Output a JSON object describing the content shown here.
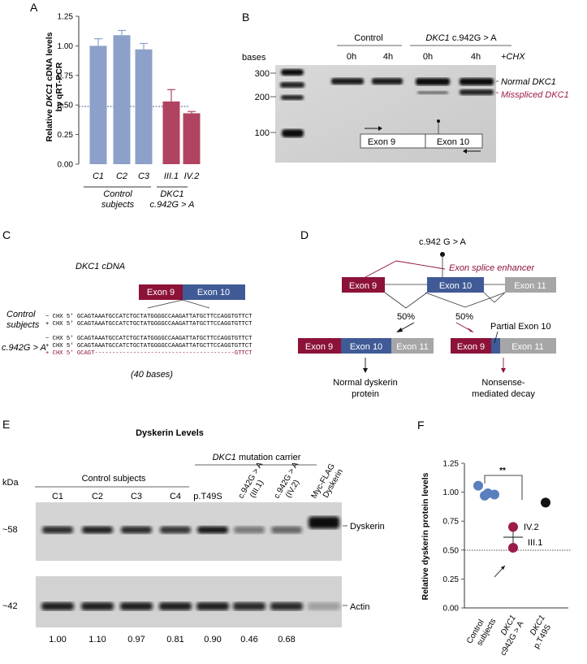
{
  "panels": {
    "A": {
      "letter": "A",
      "ylabel_pre": "Relative ",
      "ylabel_gene": "DKC1",
      "ylabel_post": " cDNA levels",
      "ylabel_line2": "by qRT-PCR",
      "yticks": [
        "0.00",
        "0.25",
        "0.50",
        "0.75",
        "1.00",
        "1.25"
      ],
      "categories": [
        "C1",
        "C2",
        "C3",
        "III.1",
        "IV.2"
      ],
      "group_control": [
        "Control",
        "subjects"
      ],
      "group_mut": [
        "DKC1",
        "c.942G > A"
      ]
    },
    "B": {
      "letter": "B",
      "control": "Control",
      "mut_gene": "DKC1",
      "mut_rest": " c.942G > A",
      "bases": "bases",
      "times": [
        "0h",
        "4h",
        "0h",
        "4h"
      ],
      "chx": "+CHX",
      "markers": [
        "300",
        "200",
        "100"
      ],
      "normal": "Normal DKC1",
      "misspliced": "Misspliced DKC1",
      "exon9": "Exon 9",
      "exon10": "Exon 10"
    },
    "C": {
      "letter": "C",
      "title": "DKC1 cDNA",
      "exon9": "Exon 9",
      "exon10": "Exon 10",
      "control_label": [
        "Control",
        "subjects"
      ],
      "mut_label": "c.942G > A",
      "seq_rows": [
        {
          "prefix": "− CHX 5′ ",
          "seq": "GCAGTAAATGCCATCTGCTATGGGGCCAAGATTATGCTTCCAGGTGTTCT"
        },
        {
          "prefix": "+ CHX 5′ ",
          "seq": "GCAGTAAATGCCATCTGCTATGGGGCCAAGATTATGCTTCCAGGTGTTCT"
        },
        {
          "prefix": "− CHX 5′ ",
          "seq": "GCAGTAAATGCCATCTGCTATGGGGCCAAGATTATGCTTCCAGGTGTTCT"
        },
        {
          "prefix": "+ CHX 5′ ",
          "seq": "GCAGTAAATGCCATCTGCTATGGGGCCAAGATTATGCTTCCAGGTGTTCT"
        },
        {
          "prefix": "+ CHX 5′ ",
          "seq": "GCAGT----------------------------------------GTTCT"
        }
      ],
      "forty": "(40 bases)"
    },
    "D": {
      "letter": "D",
      "mutation": "c.942 G > A",
      "enhancer": "Exon splice enhancer",
      "exon9": "Exon 9",
      "exon10": "Exon 10",
      "exon11": "Exon 11",
      "pct_left": "50%",
      "pct_right": "50%",
      "partial": "Partial Exon 10",
      "normal_protein": [
        "Normal dyskerin",
        "protein"
      ],
      "nmd": [
        "Nonsense-",
        "mediated decay"
      ]
    },
    "E": {
      "letter": "E",
      "title": "Dyskerin Levels",
      "mutation_carrier_gene": "DKC1",
      "mutation_carrier_rest": " mutation carrier",
      "control_subjects": "Control subjects",
      "lanes": [
        "C1",
        "C2",
        "C3",
        "C4",
        "p.T49S"
      ],
      "rot_lanes": [
        [
          "c.942G > A",
          "(III.1)"
        ],
        [
          "c.942G > A",
          "(IV.2)"
        ],
        [
          "Myc-FLAG",
          "Dyskerin"
        ]
      ],
      "kda": "kDa",
      "mw58": "~58",
      "mw42": "~42",
      "band1": "Dyskerin",
      "band2": "Actin",
      "quant": [
        "1.00",
        "1.10",
        "0.97",
        "0.81",
        "0.90",
        "0.46",
        "0.68"
      ]
    },
    "F": {
      "letter": "F",
      "ylabel": "Relative dyskerin protein levels",
      "yticks": [
        "0.00",
        "0.25",
        "0.50",
        "0.75",
        "1.00",
        "1.25"
      ],
      "sig": "**",
      "iv2": "IV.2",
      "iii1": "III.1",
      "xcats": [
        [
          "Control",
          "subjects"
        ],
        [
          "DKC1",
          "c942G > A"
        ],
        [
          "DKC1",
          "p.T49S"
        ]
      ]
    }
  },
  "chart_data": [
    {
      "type": "bar",
      "panel": "A",
      "categories": [
        "C1",
        "C2",
        "C3",
        "III.1",
        "IV.2"
      ],
      "values": [
        1.0,
        1.09,
        0.97,
        0.53,
        0.43
      ],
      "errors": [
        0.06,
        0.04,
        0.05,
        0.1,
        0.015
      ],
      "ylim": [
        0,
        1.25
      ],
      "reference_line": 0.5,
      "colors": [
        "#8da0c9",
        "#8da0c9",
        "#8da0c9",
        "#b04460",
        "#b04460"
      ]
    },
    {
      "type": "scatter",
      "panel": "F",
      "ylim": [
        0,
        1.25
      ],
      "reference_line": 0.5,
      "series": [
        {
          "values": [
            1.0,
            0.97,
            0.99,
            0.98
          ],
          "x": 0,
          "color": "#5a7fbf"
        },
        {
          "values": [
            0.7,
            0.52
          ],
          "x": 1,
          "color": "#9b1b4a"
        },
        {
          "values": [
            0.91
          ],
          "x": 2,
          "color": "#111111"
        }
      ]
    }
  ]
}
